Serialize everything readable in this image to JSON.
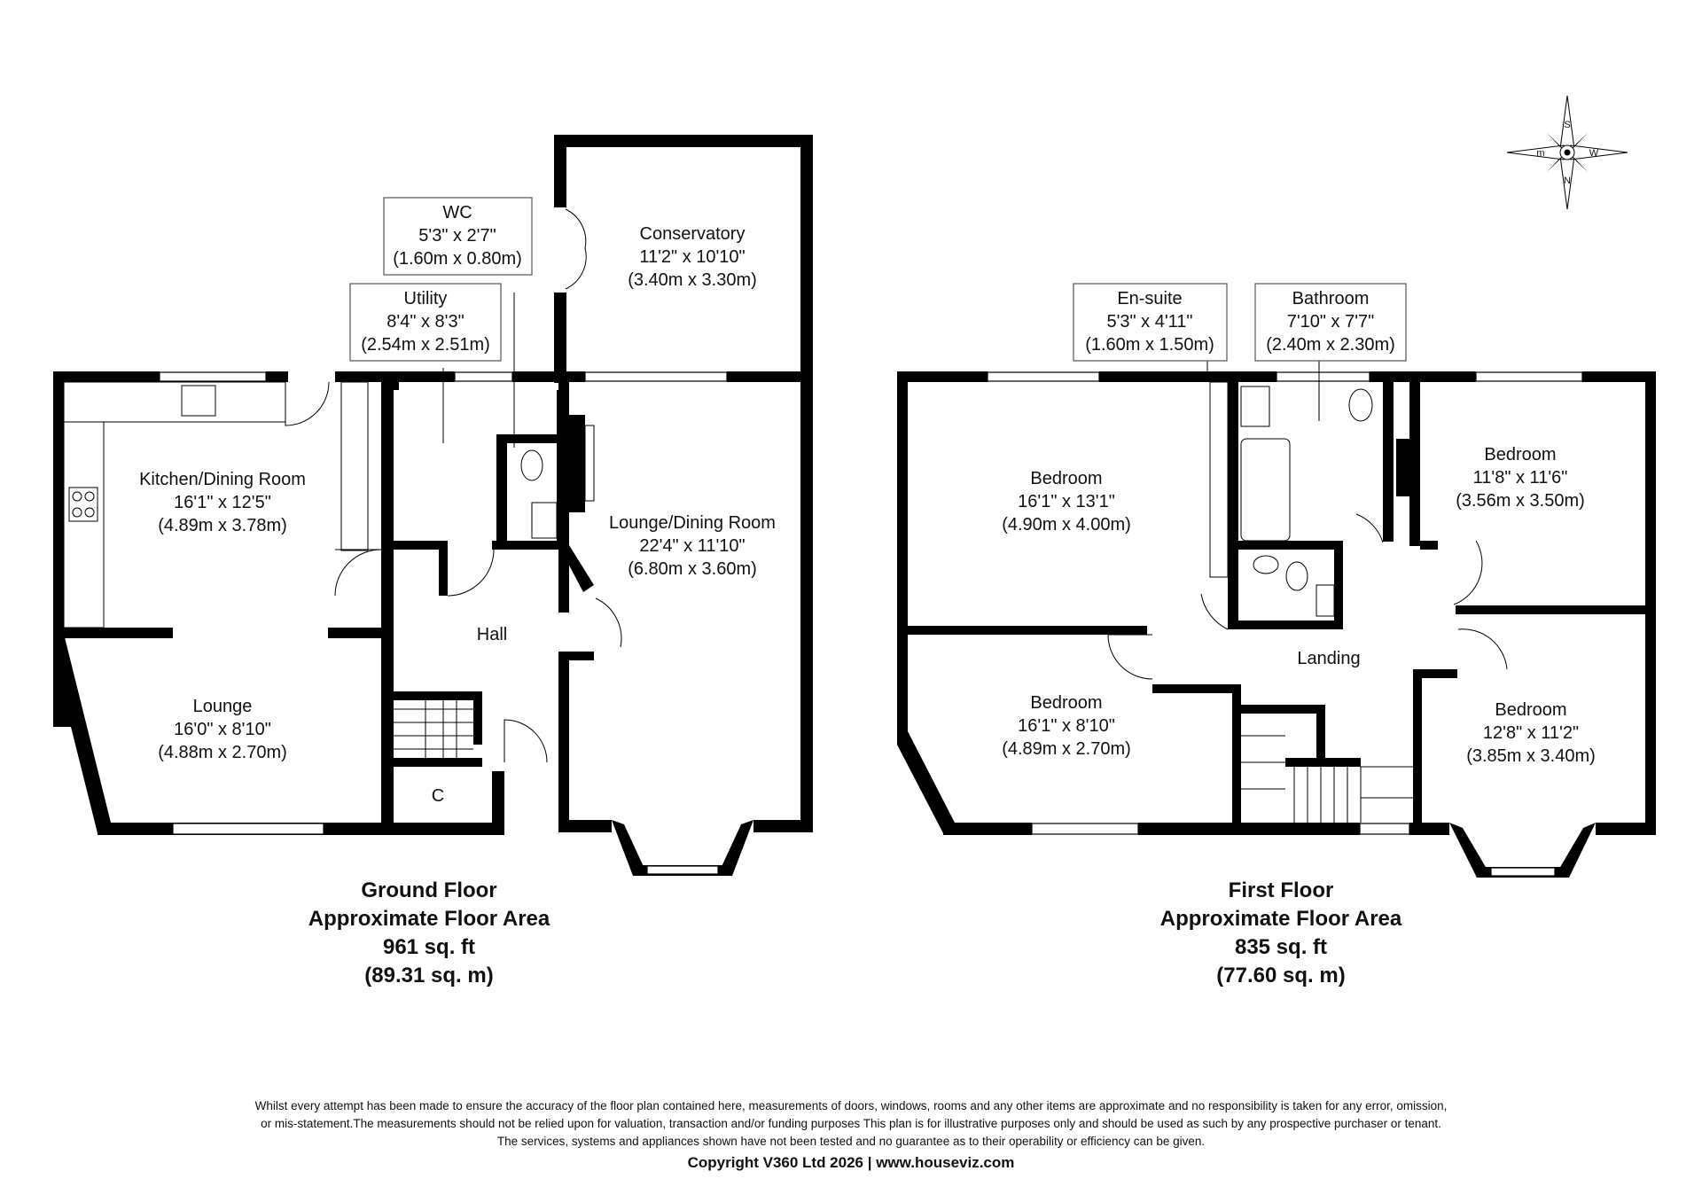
{
  "ground_floor": {
    "rooms": {
      "wc": {
        "name": "WC",
        "imperial": "5'3\" x 2'7\"",
        "metric": "(1.60m x 0.80m)"
      },
      "utility": {
        "name": "Utility",
        "imperial": "8'4\" x 8'3\"",
        "metric": "(2.54m x 2.51m)"
      },
      "conservatory": {
        "name": "Conservatory",
        "imperial": "11'2\" x 10'10\"",
        "metric": "(3.40m x 3.30m)"
      },
      "kitchen": {
        "name": "Kitchen/Dining Room",
        "imperial": "16'1\" x 12'5\"",
        "metric": "(4.89m x 3.78m)"
      },
      "lounge_dining": {
        "name": "Lounge/Dining Room",
        "imperial": "22'4\" x 11'10\"",
        "metric": "(6.80m x 3.60m)"
      },
      "hall": {
        "name": "Hall"
      },
      "lounge": {
        "name": "Lounge",
        "imperial": "16'0\" x 8'10\"",
        "metric": "(4.88m x 2.70m)"
      },
      "cupboard": {
        "name": "C"
      }
    },
    "caption": {
      "title": "Ground Floor",
      "subtitle": "Approximate Floor Area",
      "area_imperial": "961 sq. ft",
      "area_metric": "(89.31 sq. m)"
    }
  },
  "first_floor": {
    "rooms": {
      "ensuite": {
        "name": "En-suite",
        "imperial": "5'3\" x 4'11\"",
        "metric": "(1.60m x 1.50m)"
      },
      "bathroom": {
        "name": "Bathroom",
        "imperial": "7'10\" x 7'7\"",
        "metric": "(2.40m x 2.30m)"
      },
      "bedroom1": {
        "name": "Bedroom",
        "imperial": "16'1\" x 13'1\"",
        "metric": "(4.90m x 4.00m)"
      },
      "bedroom2": {
        "name": "Bedroom",
        "imperial": "11'8\" x 11'6\"",
        "metric": "(3.56m x 3.50m)"
      },
      "bedroom3": {
        "name": "Bedroom",
        "imperial": "16'1\" x 8'10\"",
        "metric": "(4.89m x 2.70m)"
      },
      "bedroom4": {
        "name": "Bedroom",
        "imperial": "12'8\" x 11'2\"",
        "metric": "(3.85m x 3.40m)"
      },
      "landing": {
        "name": "Landing"
      }
    },
    "caption": {
      "title": "First Floor",
      "subtitle": "Approximate Floor Area",
      "area_imperial": "835 sq. ft",
      "area_metric": "(77.60 sq. m)"
    }
  },
  "compass": {
    "north": "N",
    "south": "S",
    "east": "W",
    "west": "m"
  },
  "footer": {
    "disclaimer_1": "Whilst every attempt has been made to ensure the accuracy of the floor plan contained here, measurements of doors, windows, rooms and any other items are approximate and no responsibility is taken for any error, omission,",
    "disclaimer_2": "or mis-statement.The measurements should not be relied upon for valuation, transaction and/or funding purposes This plan is for illustrative purposes only and should be used as such by any prospective purchaser or tenant.",
    "disclaimer_3": "The services, systems and appliances shown have not been tested and no guarantee as to their operability or efficiency can be given.",
    "copyright": "Copyright V360 Ltd 2026 | www.houseviz.com"
  }
}
